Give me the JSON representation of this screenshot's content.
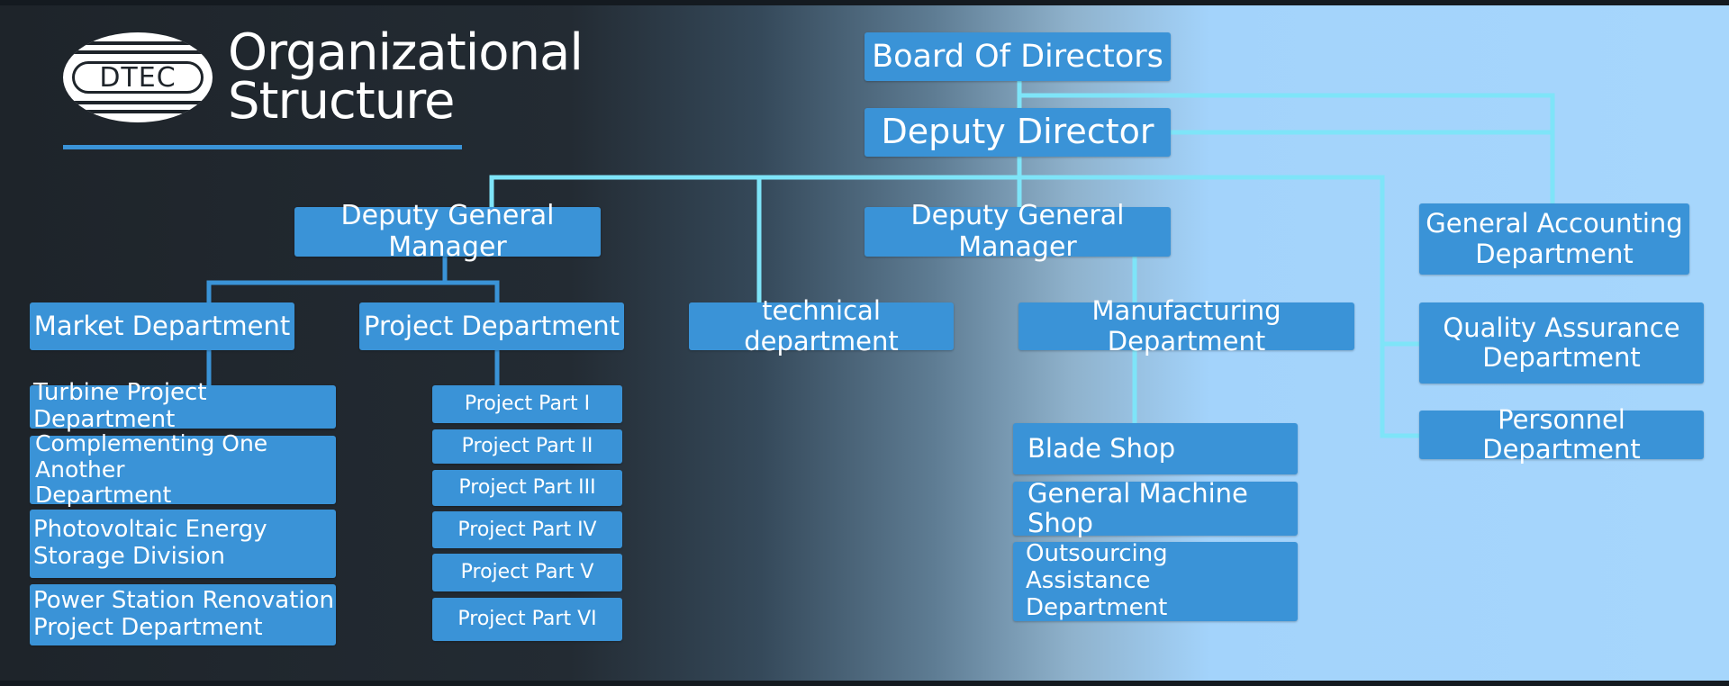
{
  "header": {
    "logo_text": "DTEC",
    "title_line1": "Organizational",
    "title_line2": "Structure"
  },
  "colors": {
    "box_fill": "#3a93d7",
    "connector": "#7ee4f8",
    "connector_dark": "#3a93d7",
    "text": "#ffffff"
  },
  "nodes": {
    "board": "Board Of Directors",
    "deputy_director": "Deputy Director",
    "dgm_left": "Deputy General Manager",
    "dgm_right": "Deputy General Manager",
    "general_accounting": "General Accounting\nDepartment",
    "market": "Market Department",
    "project": "Project Department",
    "technical": "technical department",
    "manufacturing": "Manufacturing Department",
    "quality": "Quality Assurance\nDepartment",
    "personnel": "Personnel Department",
    "turbine": "Turbine Project Department",
    "complementing": "Complementing One Another\nDepartment",
    "photovoltaic": "Photovoltaic Energy\nStorage Division",
    "power_station": "Power Station Renovation\nProject Department",
    "project_parts": [
      "Project Part I",
      "Project Part II",
      "Project Part III",
      "Project Part IV",
      "Project Part V",
      "Project Part VI"
    ],
    "blade_shop": "Blade Shop",
    "general_machine": "General Machine Shop",
    "outsourcing": "Outsourcing Assistance\nDepartment"
  }
}
